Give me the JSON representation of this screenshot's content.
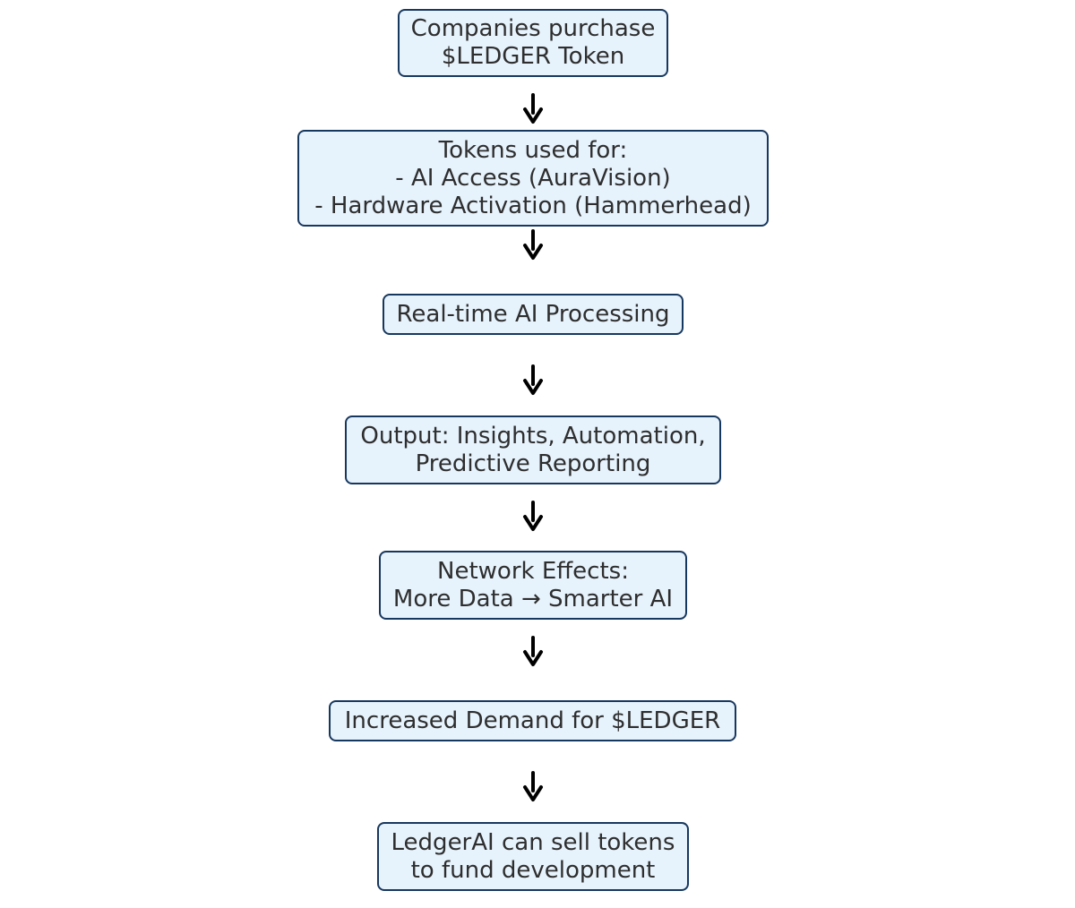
{
  "diagram": {
    "nodes": [
      {
        "id": "purchase",
        "lines": [
          "Companies purchase",
          "$LEDGER Token"
        ]
      },
      {
        "id": "usage",
        "lines": [
          "Tokens used for:",
          "- AI Access (AuraVision)",
          "- Hardware Activation (Hammerhead)"
        ]
      },
      {
        "id": "processing",
        "lines": [
          "Real-time AI Processing"
        ]
      },
      {
        "id": "output",
        "lines": [
          "Output: Insights, Automation,",
          "Predictive Reporting"
        ]
      },
      {
        "id": "network",
        "lines": [
          "Network Effects:",
          "More Data → Smarter AI"
        ]
      },
      {
        "id": "demand",
        "lines": [
          "Increased Demand for $LEDGER"
        ]
      },
      {
        "id": "funding",
        "lines": [
          "LedgerAI can sell tokens",
          "to fund development"
        ]
      }
    ],
    "edges": [
      {
        "from": "purchase",
        "to": "usage"
      },
      {
        "from": "usage",
        "to": "processing"
      },
      {
        "from": "processing",
        "to": "output"
      },
      {
        "from": "output",
        "to": "network"
      },
      {
        "from": "network",
        "to": "demand"
      },
      {
        "from": "demand",
        "to": "funding"
      }
    ],
    "colors": {
      "node_fill": "#e6f2fc",
      "node_border": "#17385e",
      "text": "#2e2e2e",
      "arrow": "#000000"
    }
  }
}
